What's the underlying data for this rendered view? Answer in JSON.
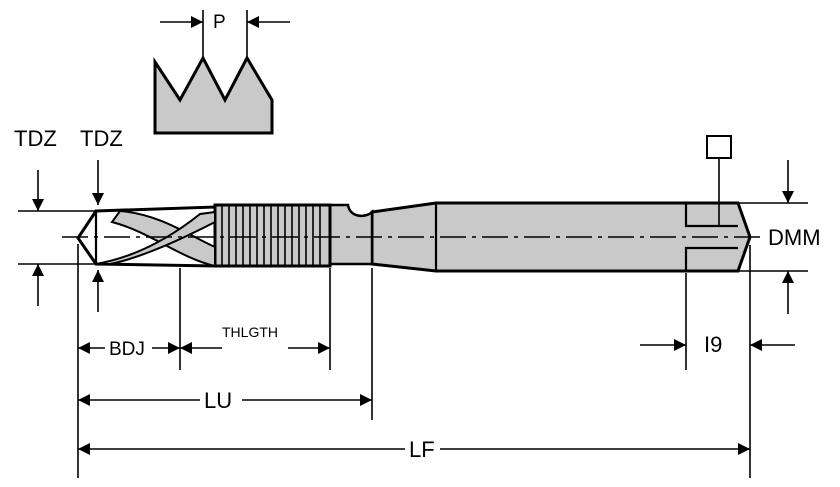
{
  "labels": {
    "pitch": "P",
    "tdz_left": "TDZ",
    "tdz_right": "TDZ",
    "dmm": "DMM",
    "bdj": "BDJ",
    "thlgth": "THLGTH",
    "lu": "LU",
    "lf": "LF",
    "i9": "I9"
  },
  "colors": {
    "body_fill": "#c9c9c9",
    "line": "#000000"
  },
  "icons": {
    "marker_box": "square-outline-icon"
  }
}
